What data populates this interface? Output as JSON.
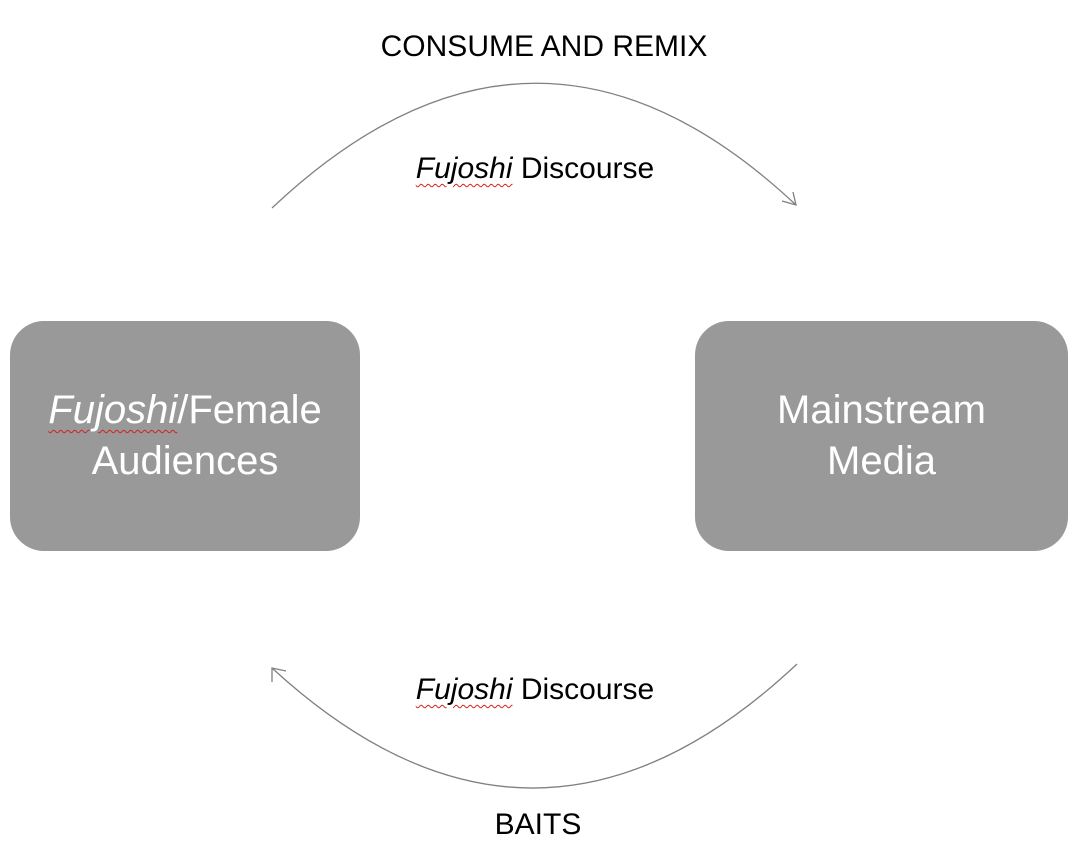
{
  "top_arrow": {
    "label": "CONSUME AND REMIX",
    "term": "Fujoshi",
    "text": " Discourse"
  },
  "bottom_arrow": {
    "label": "BAITS",
    "term": "Fujoshi",
    "text": " Discourse"
  },
  "nodes": {
    "left": {
      "term": "Fujoshi",
      "line1_rest": "/Female",
      "line2": "Audiences"
    },
    "right": {
      "line1": "Mainstream",
      "line2": "Media"
    }
  },
  "colors": {
    "box_fill": "#999999",
    "box_text": "#ffffff",
    "arrow_stroke": "#808080",
    "spellcheck_underline": "#d42020"
  }
}
